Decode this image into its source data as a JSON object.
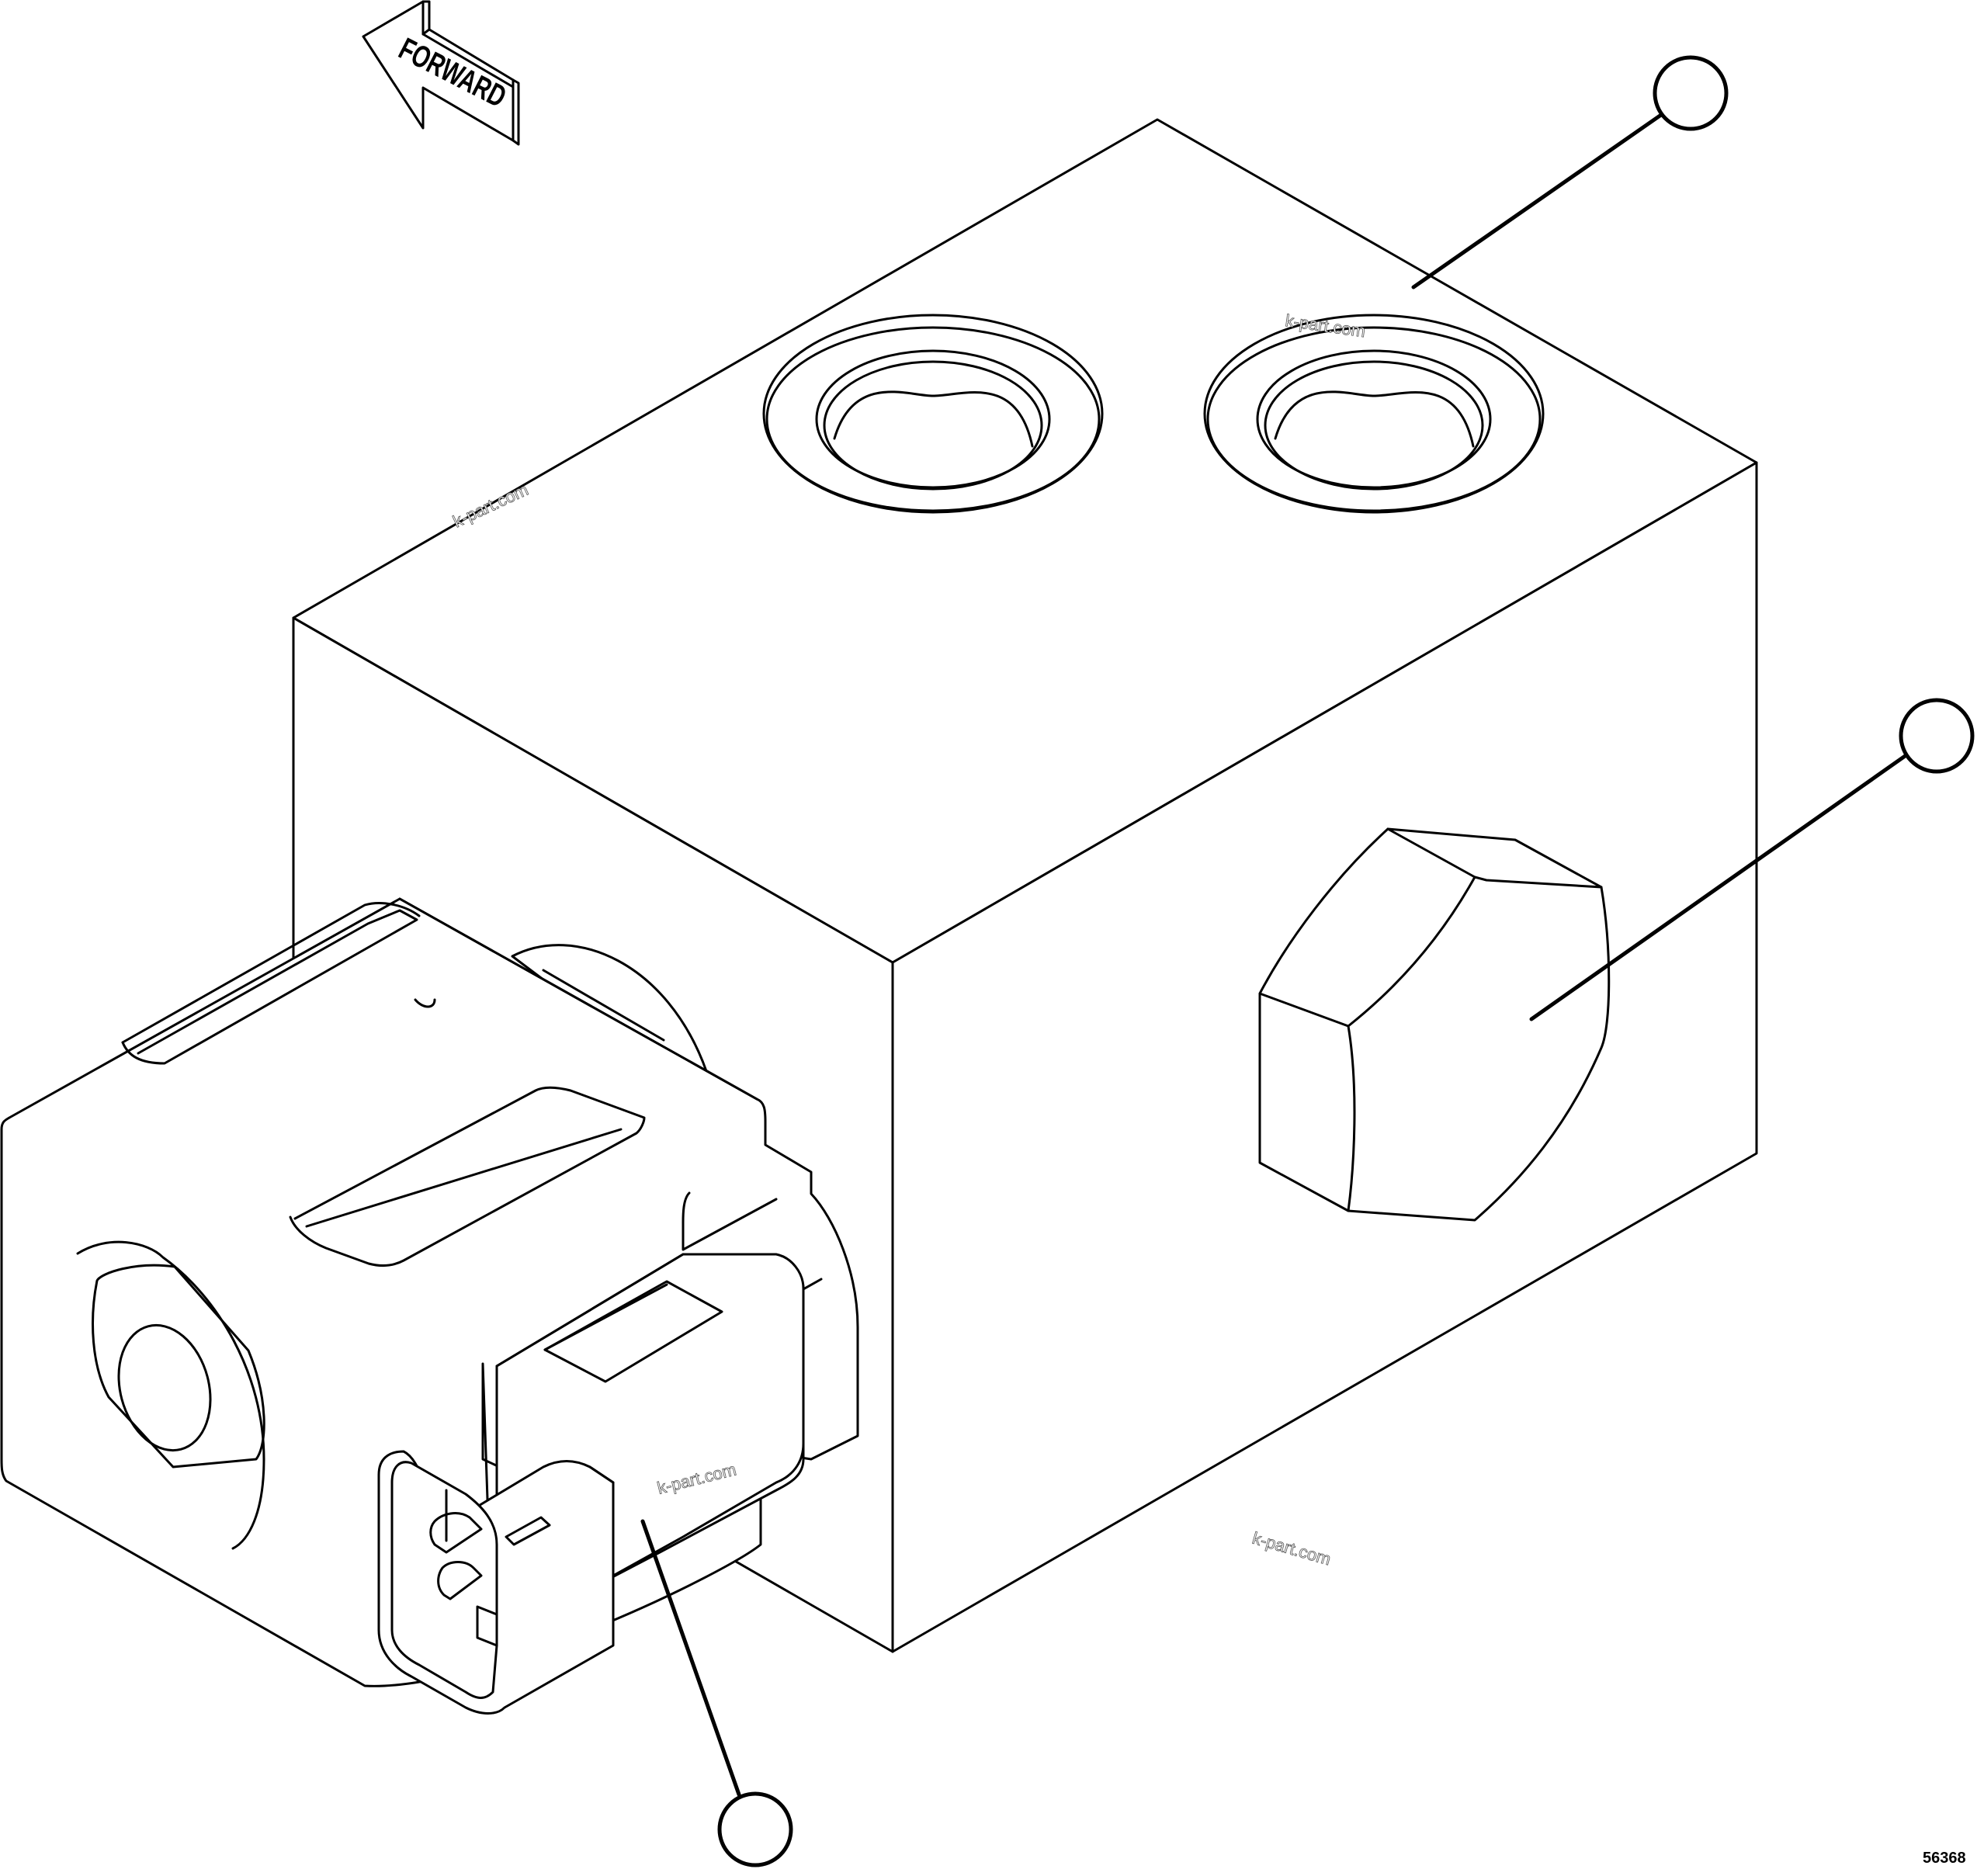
{
  "diagram": {
    "type": "isometric parts illustration",
    "subject": "hydraulic valve block with solenoid coil, electrical connector and hex plug",
    "direction_arrow": {
      "label": "FORWARD"
    },
    "figure_number": "56368",
    "watermarks": [
      "k-part.com",
      "k-part.com",
      "k-part.com",
      "k-part.com"
    ],
    "callouts": [
      {
        "id": "callout-valve-block",
        "label": "",
        "points_to": "valve block body"
      },
      {
        "id": "callout-plug",
        "label": "",
        "points_to": "hex plug"
      },
      {
        "id": "callout-solenoid",
        "label": "",
        "points_to": "solenoid connector"
      }
    ],
    "colors": {
      "line": "#000000",
      "background": "#ffffff",
      "watermark": "#555555"
    }
  }
}
